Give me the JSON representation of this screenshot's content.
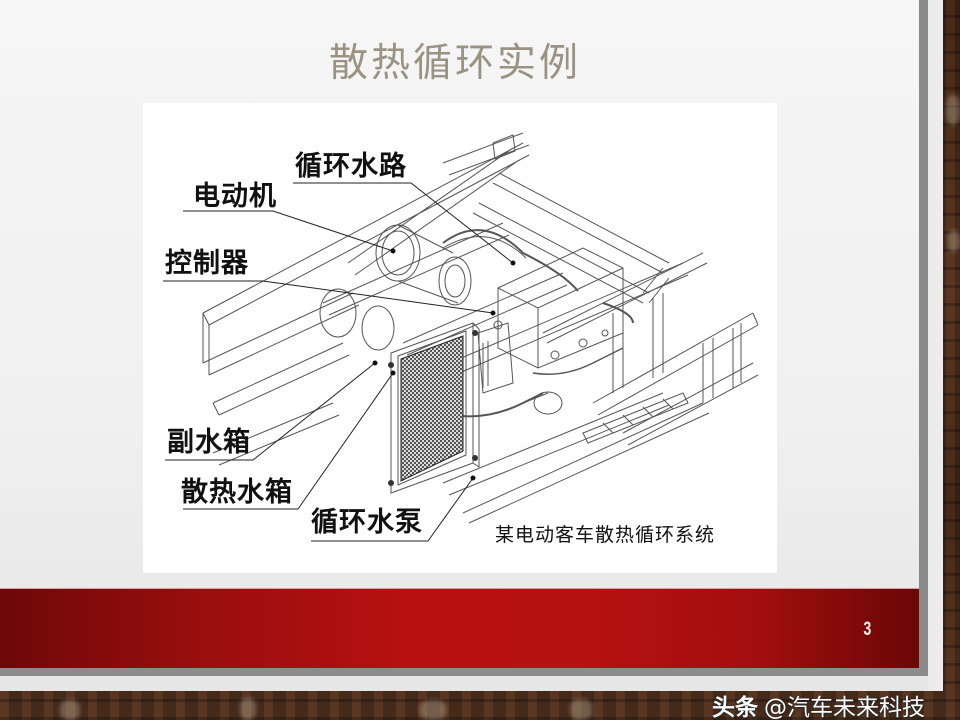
{
  "slide": {
    "title": "散热循环实例",
    "page_number": "3",
    "colors": {
      "title": "#9a9282",
      "banner_dark": "#6e0808",
      "banner_mid": "#b81010",
      "slide_bg": "#f2f2f2",
      "border_gray": "#8a8a8a"
    }
  },
  "figure": {
    "caption": "某电动客车散热循环系统",
    "callouts": [
      {
        "id": "circulation-pipe",
        "label": "循环水路"
      },
      {
        "id": "motor",
        "label": "电动机"
      },
      {
        "id": "controller",
        "label": "控制器"
      },
      {
        "id": "expansion-tank",
        "label": "副水箱"
      },
      {
        "id": "radiator",
        "label": "散热水箱"
      },
      {
        "id": "water-pump",
        "label": "循环水泵"
      }
    ]
  },
  "watermark": {
    "brand": "头条",
    "handle": "@汽车未来科技"
  }
}
